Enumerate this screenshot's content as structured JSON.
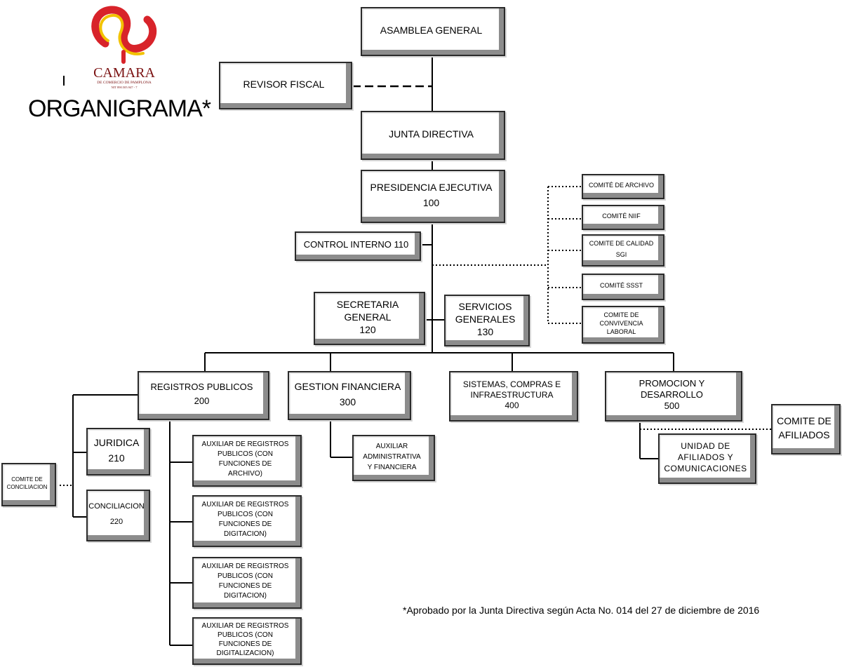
{
  "header": {
    "title": "ORGANIGRAMA*",
    "logo": {
      "name": "CAMARA",
      "subtitle": "DE COMERCIO DE PAMPLONA",
      "nit": "NIT 890.505.947 - 7"
    }
  },
  "nodes": {
    "asamblea": "ASAMBLEA GENERAL",
    "revisor": "REVISOR FISCAL",
    "junta": "JUNTA DIRECTIVA",
    "presidencia": "PRESIDENCIA EJECUTIVA\n100",
    "control": "CONTROL INTERNO 110",
    "secretaria": "SECRETARIA\nGENERAL\n120",
    "servicios": "SERVICIOS\nGENERALES\n130",
    "comite_archivo": "COMITÉ DE ARCHIVO",
    "comite_niif": "COMITÉ NIIF",
    "comite_calidad": "COMITE DE CALIDAD\nSGI",
    "comite_ssst": "COMITÉ SSST",
    "comite_convivencia": "COMITE DE\nCONVIVENCIA\nLABORAL",
    "registros": "REGISTROS PUBLICOS\n200",
    "gestion": "GESTION FINANCIERA\n300",
    "sistemas": "SISTEMAS, COMPRAS E\nINFRAESTRUCTURA\n400",
    "promocion": "PROMOCION Y\nDESARROLLO\n500",
    "juridica": "JURIDICA\n210",
    "conciliacion": "CONCILIACION\n220",
    "comite_conciliacion": "COMITE DE\nCONCILIACION",
    "aux_archivo": "AUXILIAR DE REGISTROS\nPUBLICOS (CON\nFUNCIONES DE\nARCHIVO)",
    "aux_digitacion1": "AUXILIAR DE REGISTROS\nPUBLICOS (CON\nFUNCIONES DE\nDIGITACION)",
    "aux_digitacion2": "AUXILIAR DE REGISTROS\nPUBLICOS (CON\nFUNCIONES DE\nDIGITACION)",
    "aux_digitalizacion": "AUXILIAR DE REGISTROS\nPUBLICOS (CON\nFUNCIONES DE\nDIGITALIZACION)",
    "aux_financiera": "AUXILIAR\nADMINISTRATIVA\nY FINANCIERA",
    "comite_afiliados": "COMITE DE\nAFILIADOS",
    "unidad_afiliados": "UNIDAD DE\nAFILIADOS Y\nCOMUNICACIONES"
  },
  "footnote": "*Aprobado por la Junta Directiva según Acta No. 014 del 27 de diciembre de 2016",
  "colors": {
    "logo_red": "#d8232a",
    "logo_yellow": "#f2c200",
    "logo_text": "#7a1010",
    "bevel_shadow": "#8c8c8c"
  }
}
